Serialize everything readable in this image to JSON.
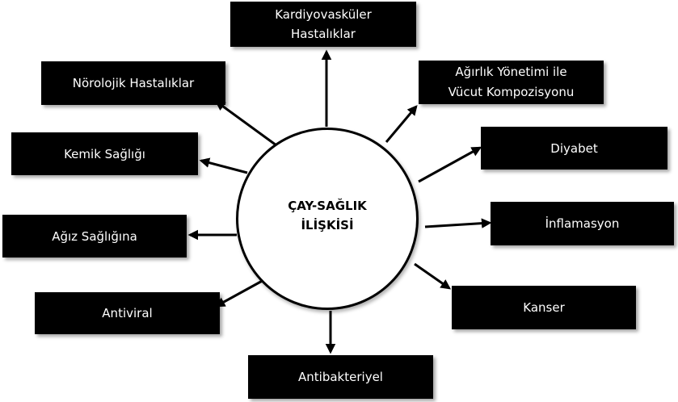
{
  "center": {
    "label": "ÇAY-SAĞLIK\nİLİŞKİSİ"
  },
  "nodes": [
    {
      "id": "kardiyovaskuler",
      "label": "Kardiyovasküler\nHastalıklar"
    },
    {
      "id": "norolojik",
      "label": "Nörolojik Hastalıklar"
    },
    {
      "id": "agirlik",
      "label": "Ağırlık Yönetimi ile\nVücut Kompozisyonu"
    },
    {
      "id": "kemik",
      "label": "Kemik Sağlığı"
    },
    {
      "id": "diyabet",
      "label": "Diyabet"
    },
    {
      "id": "agiz",
      "label": "Ağız Sağlığına"
    },
    {
      "id": "inflamasyon",
      "label": "İnflamasyon"
    },
    {
      "id": "antiviral",
      "label": "Antiviral"
    },
    {
      "id": "kanser",
      "label": "Kanser"
    },
    {
      "id": "antibakteriyel",
      "label": "Antibakteriyel"
    }
  ],
  "colors": {
    "node_fill": "#000000",
    "node_text": "#ffffff",
    "hub_fill": "#ffffff",
    "hub_border": "#000000",
    "arrow": "#000000"
  }
}
